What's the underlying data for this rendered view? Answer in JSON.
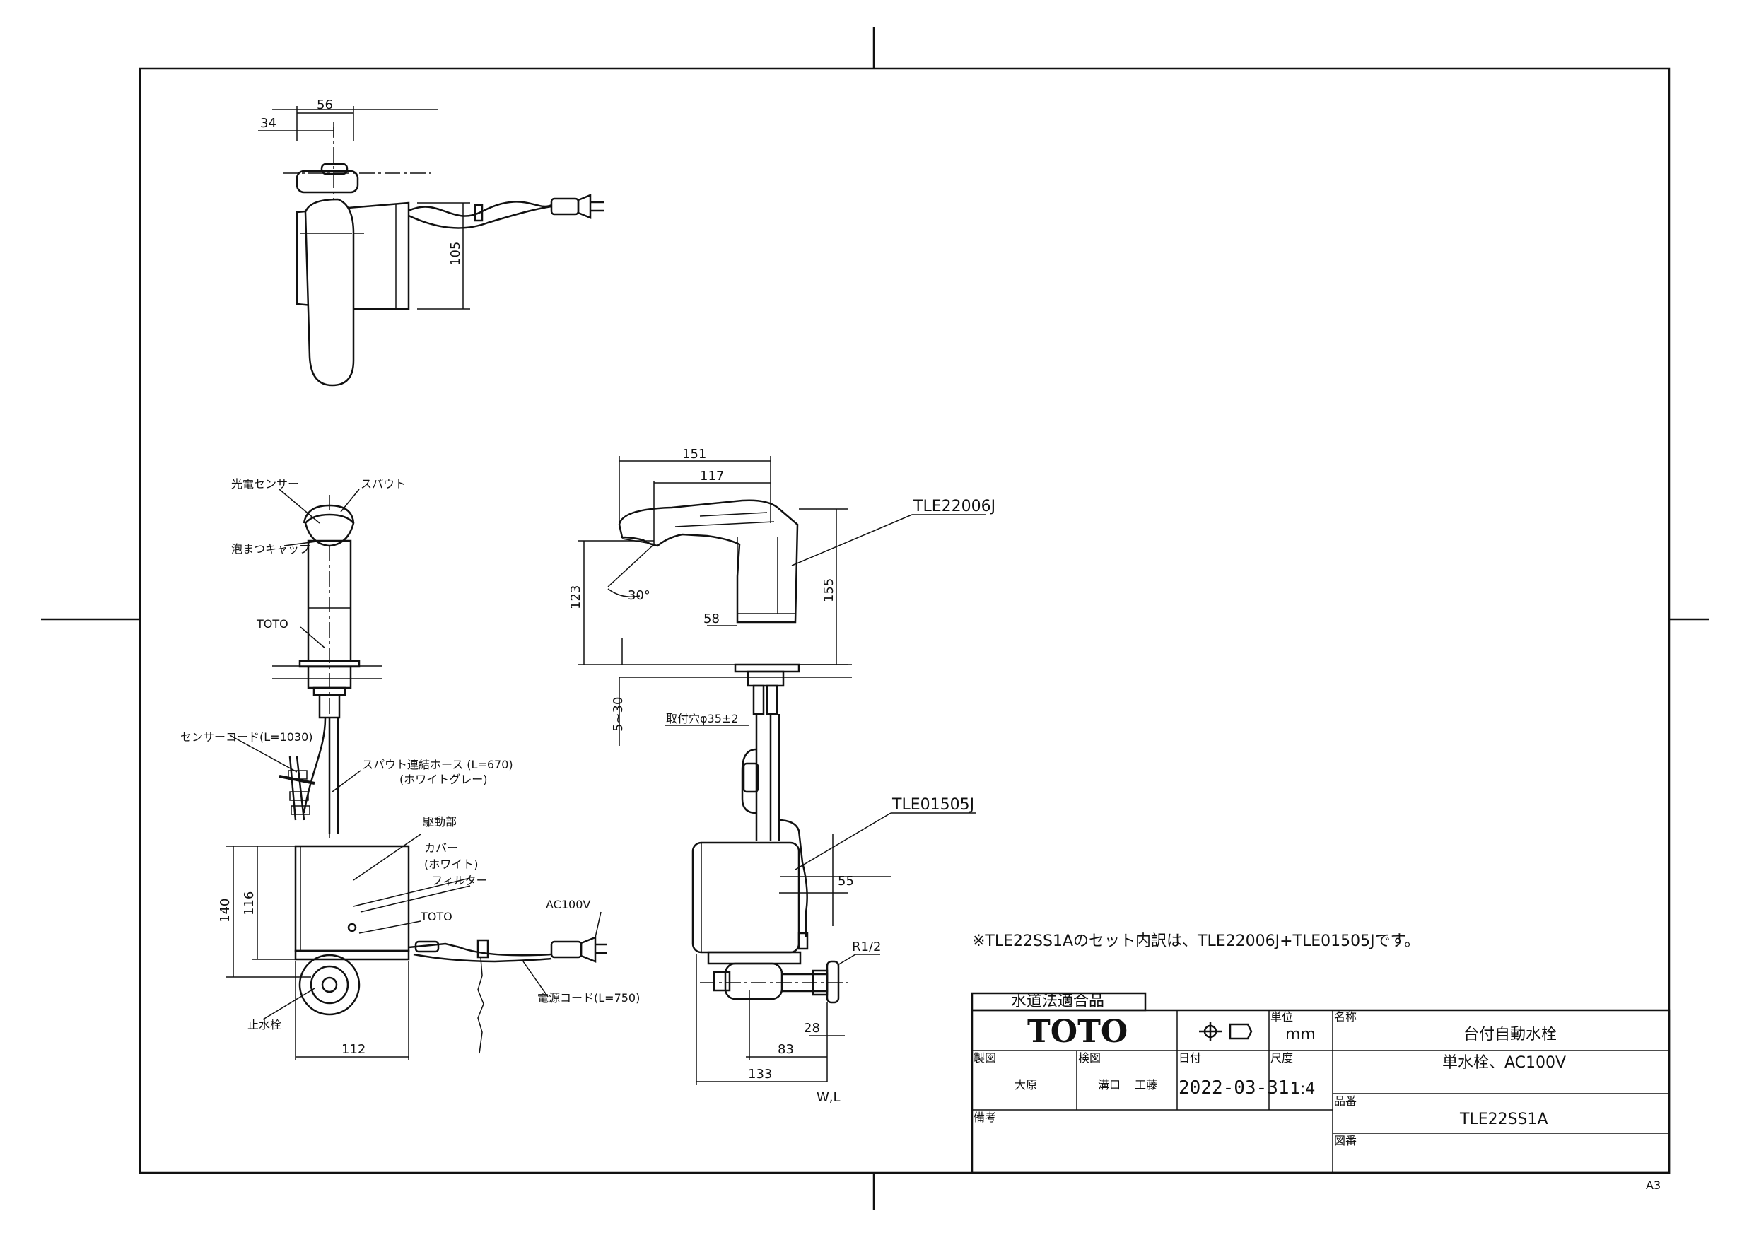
{
  "dims": {
    "top_34": "34",
    "top_56": "56",
    "top_105": "105",
    "side_151": "151",
    "side_117": "117",
    "side_123": "123",
    "side_155": "155",
    "side_30deg": "30°",
    "side_58": "58",
    "side_5_30": "5~30",
    "side_mount_hole": "取付穴φ35±2",
    "side_55": "55",
    "side_r12": "R1/2",
    "side_28": "28",
    "side_83": "83",
    "side_133": "133",
    "side_wl": "W,L",
    "front_140": "140",
    "front_116": "116",
    "front_112": "112"
  },
  "labels": {
    "sensor": "光電センサー",
    "spout": "スパウト",
    "aerator": "泡まつキャップ",
    "toto_front": "TOTO",
    "sensor_cord": "センサーコード(L=1030)",
    "spout_hose": "スパウト連結ホース (L=670)",
    "spout_hose_color": "(ホワイトグレー)",
    "drive": "駆動部",
    "cover": "カバー",
    "cover_color": "(ホワイト)",
    "filter": "フィルター",
    "toto_box": "TOTO",
    "ac100v": "AC100V",
    "power_cord": "電源コード(L=750)",
    "stop_valve": "止水栓"
  },
  "parts": {
    "faucet": "TLE22006J",
    "control_unit": "TLE01505J"
  },
  "note": "※TLE22SS1Aのセット内訳は、TLE22006J+TLE01505Jです。",
  "title_block": {
    "water_law": "水道法適合品",
    "logo": "TOTO",
    "unit_label": "単位",
    "unit_value": "mm",
    "name_label": "名称",
    "name_value": "台付自動水栓",
    "drawn_label": "製図",
    "drawn_value": "大原",
    "checked_label": "検図",
    "checked_value_1": "溝口",
    "checked_value_2": "工藤",
    "date_label": "日付",
    "date_value": "2022-03-31",
    "scale_label": "尺度",
    "scale_value": "1:4",
    "subname_value": "単水栓、AC100V",
    "product_label": "品番",
    "product_value": "TLE22SS1A",
    "remarks_label": "備考",
    "drawing_label": "図番"
  },
  "sheet_size": "A3"
}
